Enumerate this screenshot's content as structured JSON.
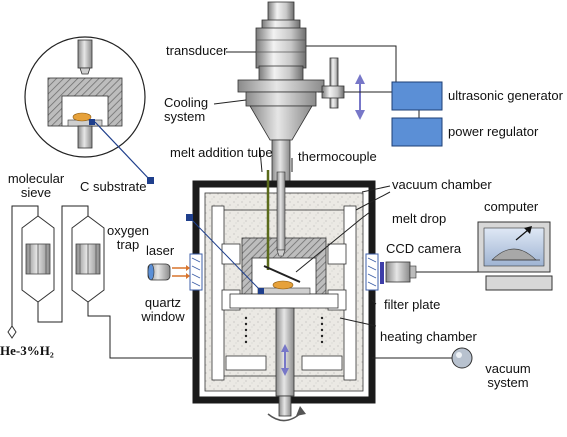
{
  "labels": {
    "transducer": "transducer",
    "cooling_system": "Cooling\nsystem",
    "ultrasonic_generator": "ultrasonic generator",
    "power_regulator": "power regulator",
    "melt_addition_tube": "melt addition tube",
    "thermocouple": "thermocouple",
    "molecular_sieve": "molecular\nsieve",
    "c_substrate": "C substrate",
    "vacuum_chamber": "vacuum chamber",
    "melt_drop": "melt drop",
    "computer": "computer",
    "laser": "laser",
    "ccd_camera": "CCD camera",
    "oxygen_trap": "oxygen\ntrap",
    "quartz_window": "quartz\nwindow",
    "filter_plate": "filter plate",
    "heating_chamber": "heating chamber",
    "gas_mixture": "He-3%H₂",
    "vacuum_system": "vacuum\nsystem"
  },
  "colors": {
    "box_fill": "#5b8fd6",
    "chamber_wall": "#1a1a1a",
    "insulation": "#e8e6e0",
    "hatch": "#808080",
    "arrow": "#7777c8",
    "laser_beam": "#d8742c",
    "line": "#222222"
  }
}
